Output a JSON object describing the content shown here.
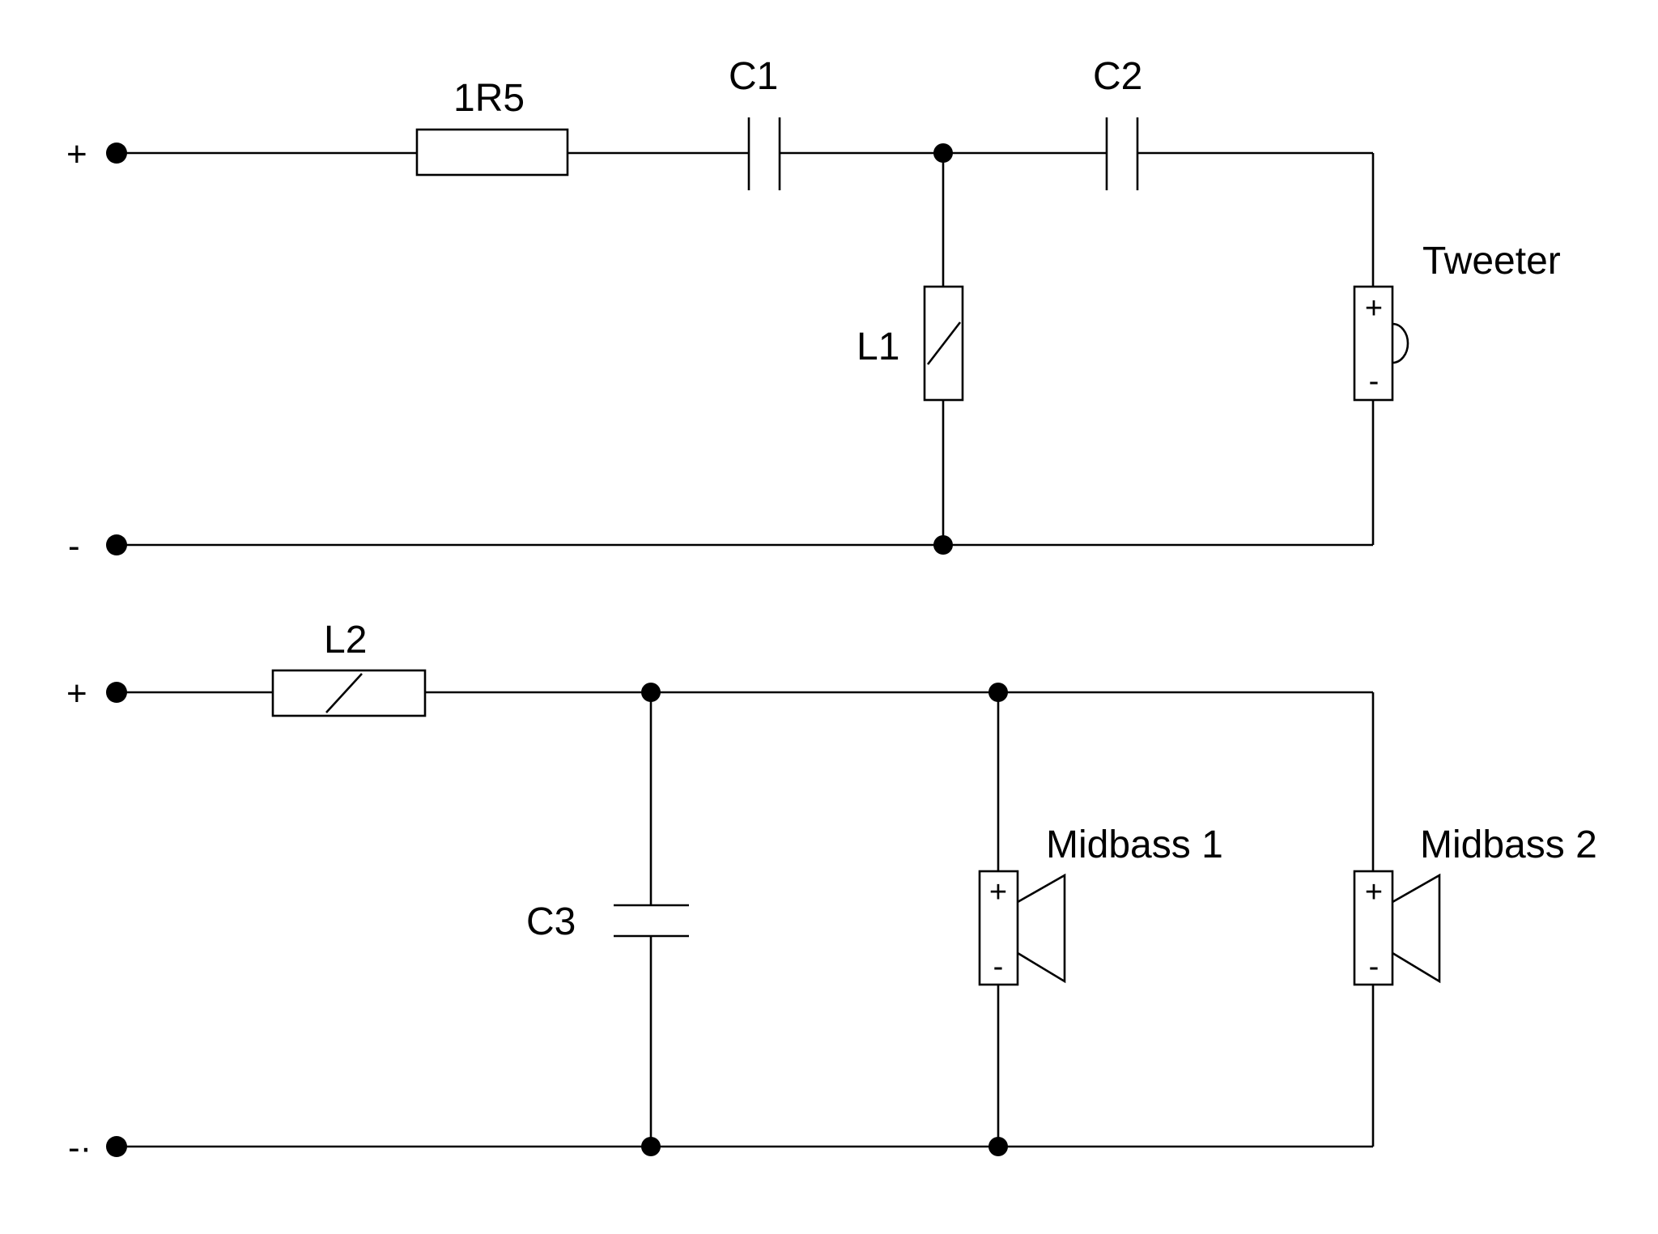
{
  "tweeter_circuit": {
    "terminal_plus": "+",
    "terminal_minus": "-",
    "resistor_label": "1R5",
    "c1_label": "C1",
    "c2_label": "C2",
    "l1_label": "L1",
    "speaker_label": "Tweeter",
    "speaker_plus": "+",
    "speaker_minus": "-"
  },
  "midbass_circuit": {
    "terminal_plus": "+",
    "terminal_minus": "-·",
    "l2_label": "L2",
    "c3_label": "C3",
    "speaker1_label": "Midbass 1",
    "speaker1_plus": "+",
    "speaker1_minus": "-",
    "speaker2_label": "Midbass 2",
    "speaker2_plus": "+",
    "speaker2_minus": "-"
  }
}
